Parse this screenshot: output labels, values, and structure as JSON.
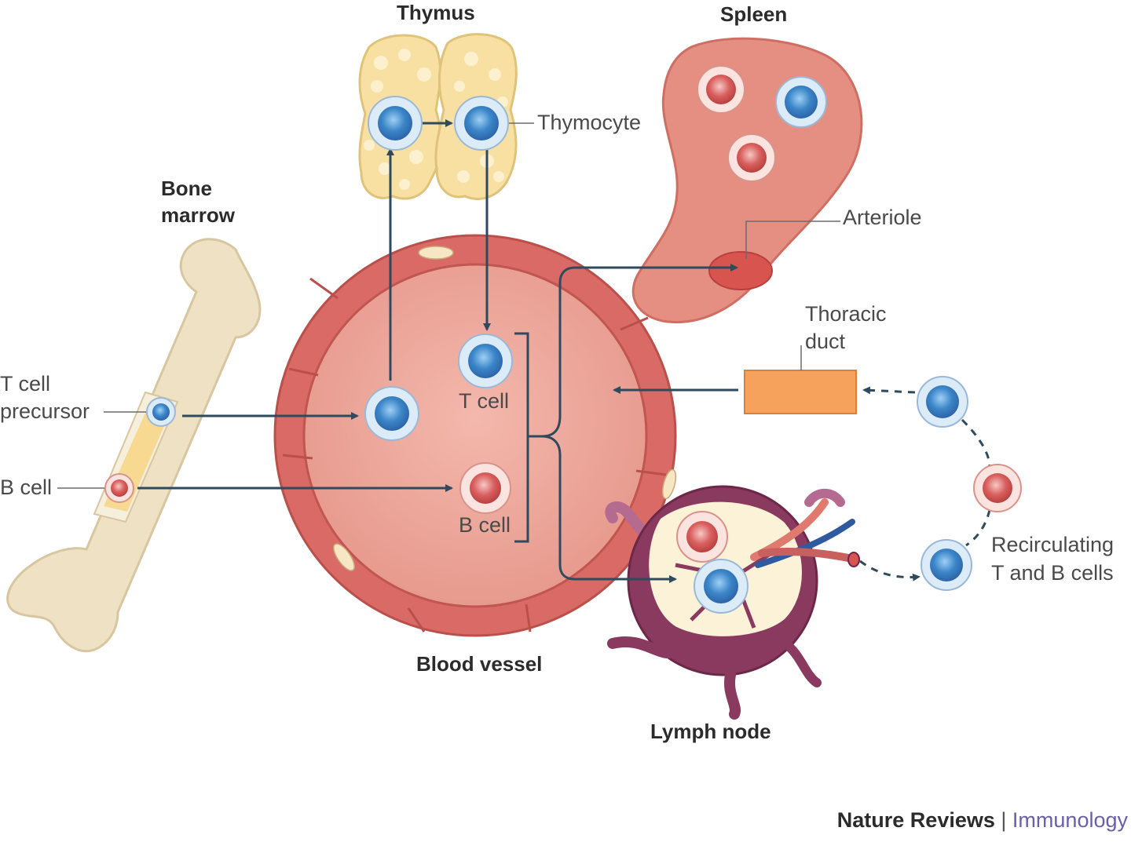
{
  "labels": {
    "thymus": "Thymus",
    "spleen": "Spleen",
    "bone_marrow_1": "Bone",
    "bone_marrow_2": "marrow",
    "thymocyte": "Thymocyte",
    "arteriole": "Arteriole",
    "thoracic_duct_1": "Thoracic",
    "thoracic_duct_2": "duct",
    "t_cell_precursor_1": "T cell",
    "t_cell_precursor_2": "precursor",
    "b_cell_marrow": "B cell",
    "t_cell": "T cell",
    "b_cell": "B cell",
    "blood_vessel": "Blood vessel",
    "lymph_node": "Lymph node",
    "recirculating_1": "Recirculating",
    "recirculating_2": "T and B cells"
  },
  "footer": {
    "journal": "Nature Reviews",
    "separator": "|",
    "section": "Immunology"
  },
  "colors": {
    "t_cell": "#3b86c8",
    "b_cell": "#d9605f",
    "vessel": "#d96a66",
    "arrow": "#2e4a5c",
    "journal_accent": "#6a5fa8"
  }
}
